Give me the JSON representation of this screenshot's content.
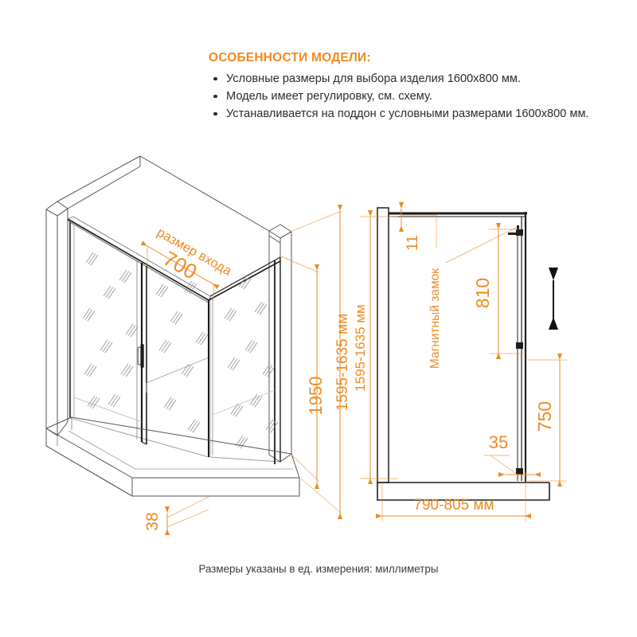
{
  "features": {
    "title": "ОСОБЕННОСТИ МОДЕЛИ:",
    "items": [
      "Условные размеры для выбора изделия 1600х800 мм.",
      "Модель имеет регулировку, см. схему.",
      "Устанавливается на поддон с условными размерами 1600х800 мм."
    ]
  },
  "colors": {
    "accent": "#F08A1E",
    "dimension": "#ED8B23",
    "outline": "#1a1a1a",
    "text": "#2b2b2b",
    "glass": "#8d8d8d"
  },
  "isometric_view": {
    "name": "Изометрический вид душевого ограждения",
    "labels": {
      "entry_size": "размер входа",
      "entry_width": "700",
      "height": "1950",
      "total_width": "1595-1635 мм",
      "sill_thickness": "38"
    }
  },
  "side_view": {
    "name": "Вид сбоку с размерами",
    "labels": {
      "profile_gap": "11",
      "magnetic_lock": "Магнитный замок",
      "lock_height": "810",
      "roller_height": "750",
      "bottom_offset": "35",
      "depth": "790-805 мм",
      "height_range": "1595-1635 мм"
    },
    "adjust_arrow": "vertical-double-arrow"
  },
  "footer": {
    "note": "Размеры указаны в ед. измерения: миллиметры"
  }
}
